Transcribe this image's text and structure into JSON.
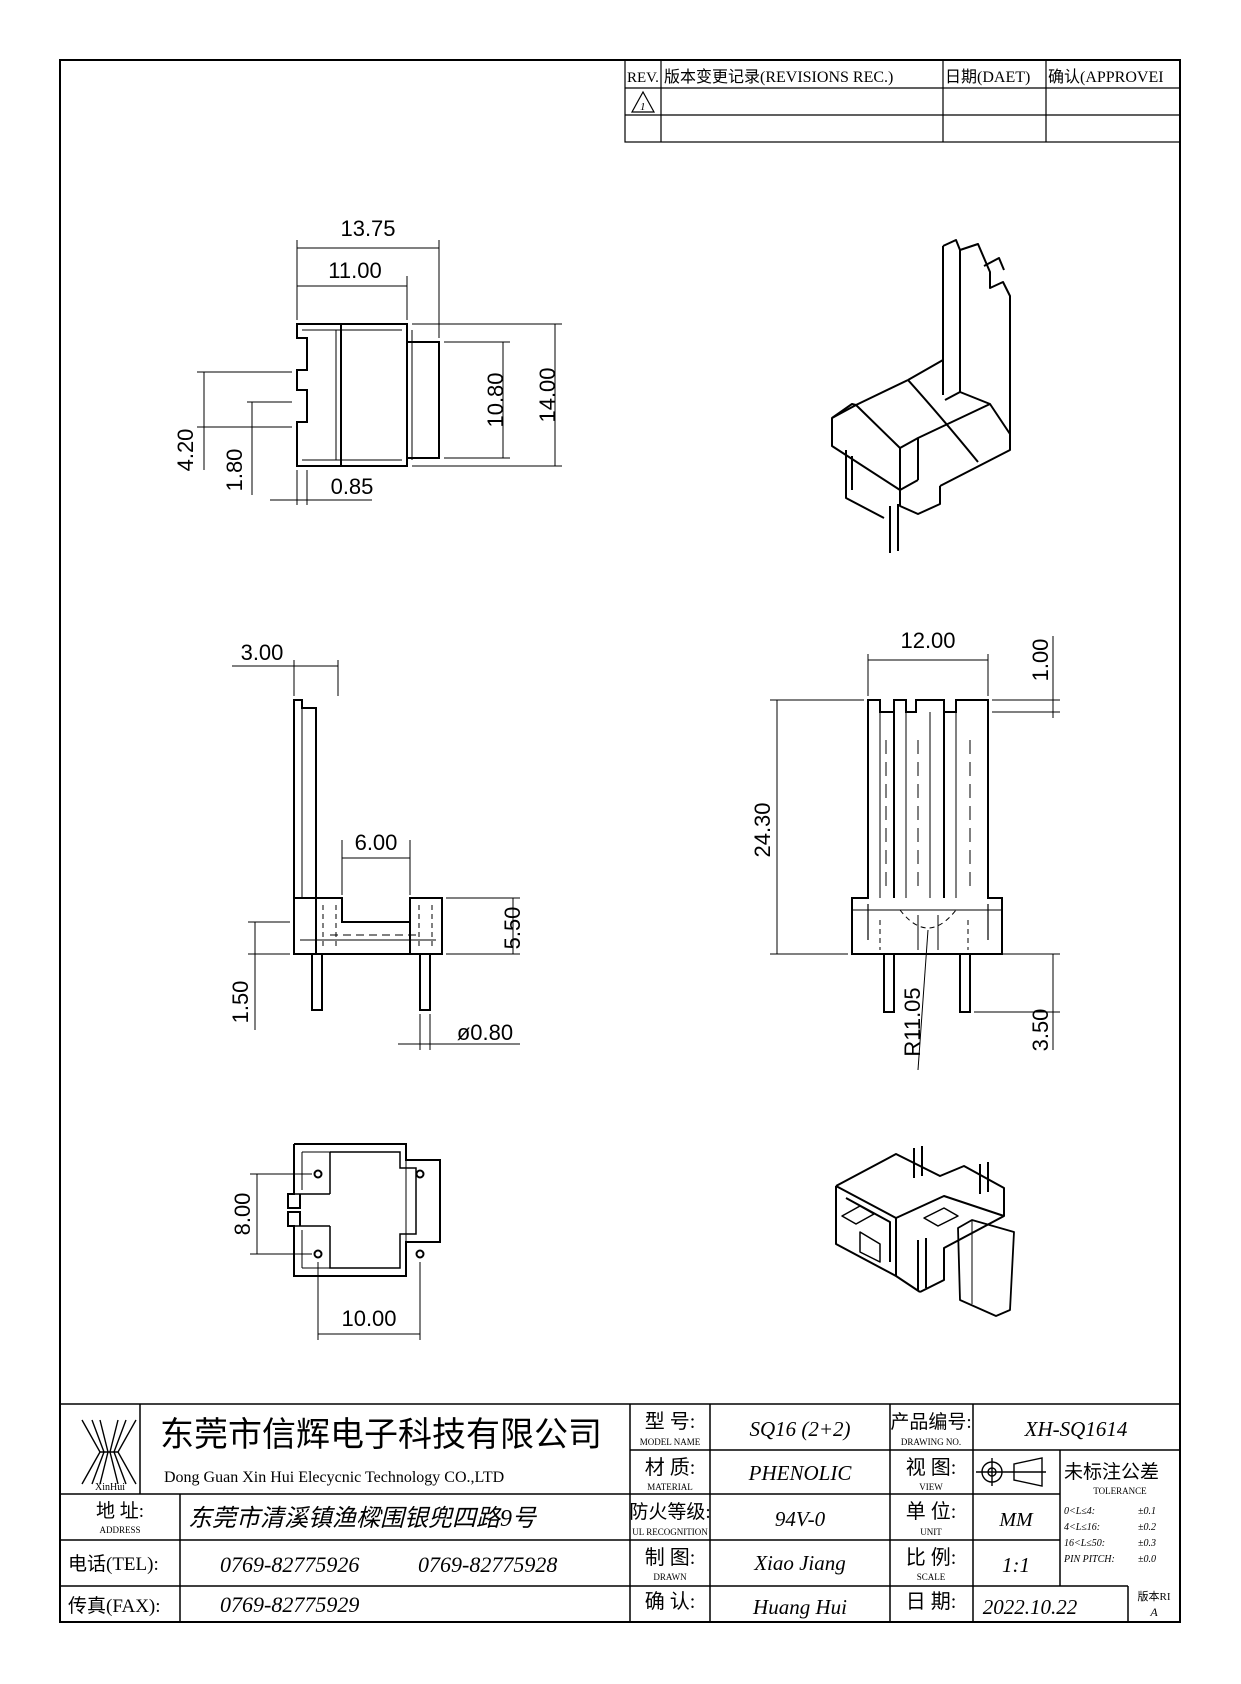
{
  "revision_table": {
    "rev_header": "REV.",
    "record_header": "版本变更记录(REVISIONS REC.)",
    "date_header": "日期(DAET)",
    "approve_header": "确认(APPROVEI",
    "rev_mark": "1"
  },
  "dimensions": {
    "top_view": {
      "overall_length": "13.75",
      "body_length": "11.00",
      "inner_width": "10.80",
      "overall_width": "14.00",
      "slot_span": "4.20",
      "slot_width": "1.80",
      "slot_depth": "0.85"
    },
    "side_view": {
      "wall_thickness": "3.00",
      "recess_length": "6.00",
      "base_height": "5.50",
      "base_offset": "1.50",
      "pin_diameter": "ø0.80"
    },
    "front_view": {
      "width": "12.00",
      "top_step": "1.00",
      "height": "24.30",
      "radius": "R11.05",
      "pin_length": "3.50"
    },
    "bottom_view": {
      "pin_spacing_y": "8.00",
      "pin_spacing_x": "10.00"
    }
  },
  "title_block": {
    "company_cn": "东莞市信辉电子科技有限公司",
    "company_en": "Dong Guan Xin Hui Elecycnic Technology CO.,LTD",
    "logo_text": "XinHui",
    "address_label": "地  址:",
    "address_label_en": "ADDRESS",
    "address": "东莞市清溪镇渔樑围银兜四路9号",
    "tel_label": "电话(TEL):",
    "tel1": "0769-82775926",
    "tel2": "0769-82775928",
    "fax_label": "传真(FAX):",
    "fax": "0769-82775929",
    "model_label": "型  号:",
    "model_label_en": "MODEL NAME",
    "model": "SQ16 (2+2)",
    "material_label": "材  质:",
    "material_label_en": "MATERIAL",
    "material": "PHENOLIC",
    "flame_label": "防火等级:",
    "flame_label_en": "UL RECOGNITION",
    "flame": "94V-0",
    "drawn_label": "制  图:",
    "drawn_label_en": "DRAWN",
    "drawn": "Xiao Jiang",
    "check_label": "确  认:",
    "checked": "Huang Hui",
    "drawing_no_label": "产品编号:",
    "drawing_no_label_en": "DRAWING NO.",
    "drawing_no": "XH-SQ1614",
    "view_label": "视  图:",
    "view_label_en": "VIEW",
    "unit_label": "单  位:",
    "unit_label_en": "UNIT",
    "unit": "MM",
    "scale_label": "比  例:",
    "scale_label_en": "SCALE",
    "scale": "1:1",
    "date_label": "日  期:",
    "date": "2022.10.22",
    "tolerance_title": "未标注公差",
    "tolerance_title_en": "TOLERANCE",
    "tolerances": [
      {
        "range": "0<L≤4:",
        "value": "±0.1"
      },
      {
        "range": "4<L≤16:",
        "value": "±0.2"
      },
      {
        "range": "16<L≤50:",
        "value": "±0.3"
      },
      {
        "range": "PIN PITCH:",
        "value": "±0.0"
      }
    ],
    "version_label": "版本RI",
    "version": "A"
  }
}
